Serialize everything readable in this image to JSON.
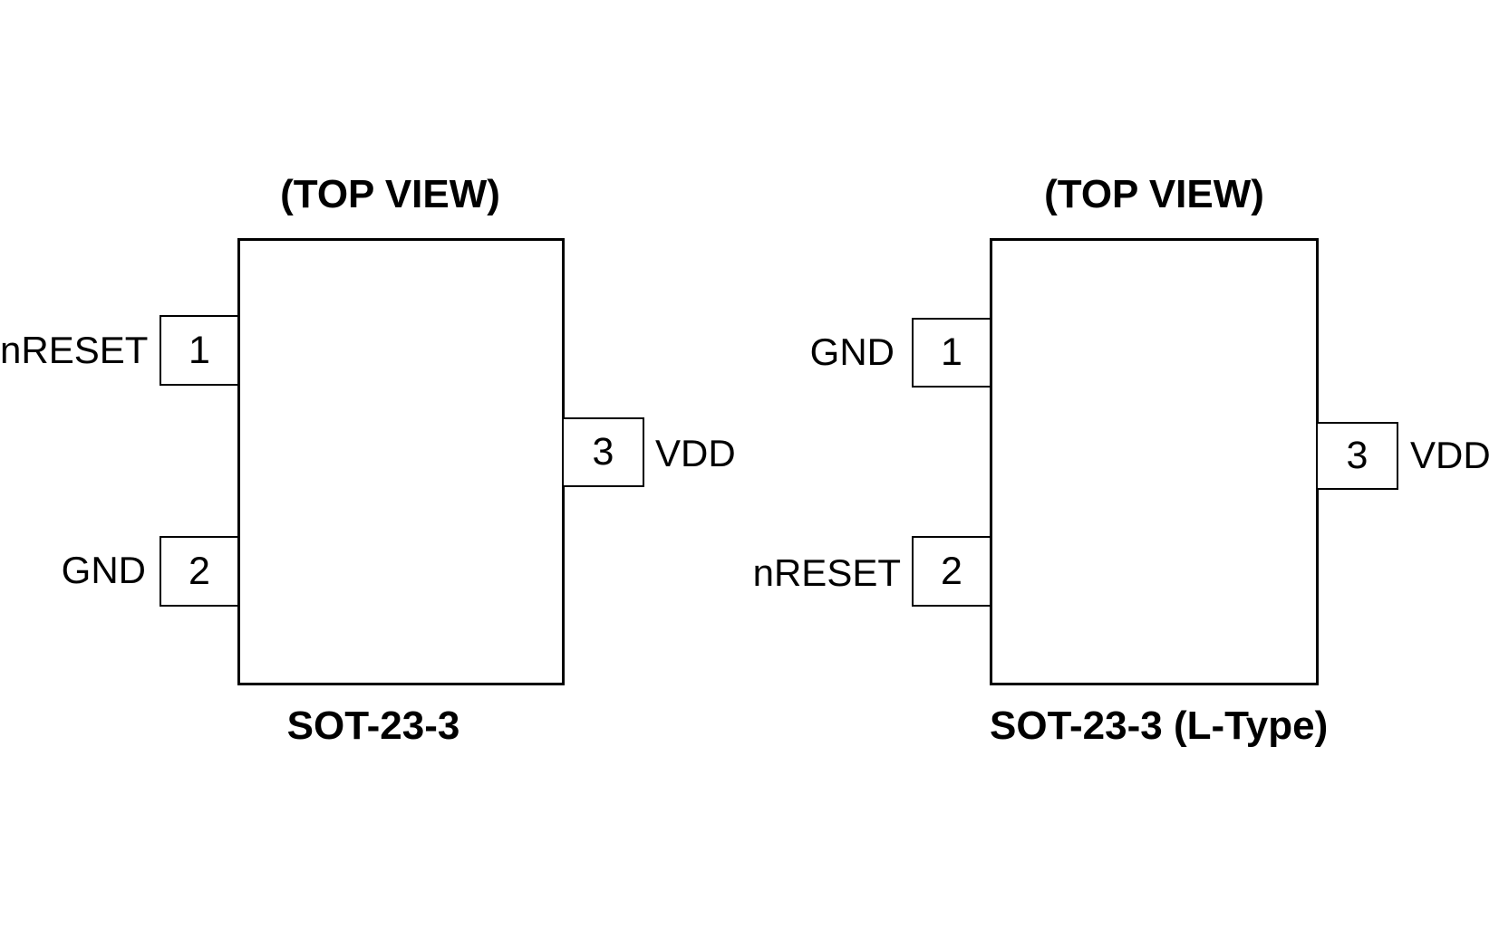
{
  "colors": {
    "background": "#ffffff",
    "line": "#000000",
    "text": "#000000"
  },
  "diagrams": [
    {
      "title": "(TOP VIEW)",
      "package_name": "SOT-23-3",
      "pins": [
        {
          "number": "1",
          "label": "nRESET",
          "side": "left"
        },
        {
          "number": "2",
          "label": "GND",
          "side": "left"
        },
        {
          "number": "3",
          "label": "VDD",
          "side": "right"
        }
      ]
    },
    {
      "title": "(TOP VIEW)",
      "package_name": "SOT-23-3 (L-Type)",
      "pins": [
        {
          "number": "1",
          "label": "GND",
          "side": "left"
        },
        {
          "number": "2",
          "label": "nRESET",
          "side": "left"
        },
        {
          "number": "3",
          "label": "VDD",
          "side": "right"
        }
      ]
    }
  ]
}
